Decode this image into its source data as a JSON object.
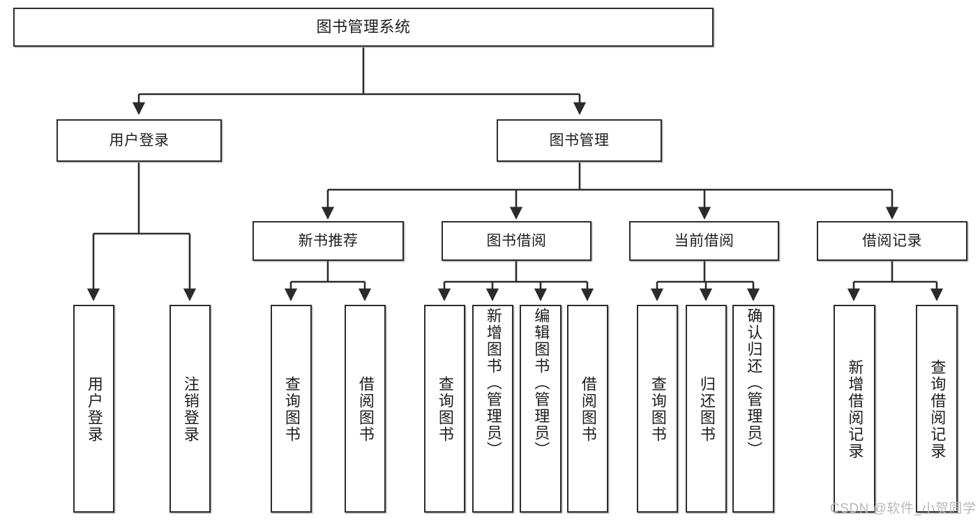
{
  "diagram": {
    "type": "hierarchy-flowchart",
    "title": "图书管理系统",
    "watermark": "CSDN @软件_小贺同学",
    "colors": {
      "stroke": "#2b2b2b",
      "fill": "#ffffff",
      "text": "#1d1d1d",
      "watermark": "#b9b9b9"
    },
    "levels": {
      "level1": [
        {
          "id": "root",
          "label": "图书管理系统"
        }
      ],
      "level2": [
        {
          "id": "user-login",
          "label": "用户登录"
        },
        {
          "id": "book-manage",
          "label": "图书管理"
        }
      ],
      "level3": [
        {
          "id": "new-book-rec",
          "label": "新书推荐"
        },
        {
          "id": "book-borrow",
          "label": "图书借阅"
        },
        {
          "id": "current-borrow",
          "label": "当前借阅"
        },
        {
          "id": "borrow-record",
          "label": "借阅记录"
        }
      ],
      "level4": [
        {
          "id": "leaf-user-login",
          "label": "用户登录",
          "parent": "user-login"
        },
        {
          "id": "leaf-logout-login",
          "label": "注销登录",
          "parent": "user-login"
        },
        {
          "id": "leaf-query-book-1",
          "label": "查询图书",
          "parent": "new-book-rec"
        },
        {
          "id": "leaf-borrow-book-1",
          "label": "借阅图书",
          "parent": "new-book-rec"
        },
        {
          "id": "leaf-query-book-2",
          "label": "查询图书",
          "parent": "book-borrow"
        },
        {
          "id": "leaf-add-book",
          "label": "新增图书（管理员）",
          "parent": "book-borrow"
        },
        {
          "id": "leaf-edit-book",
          "label": "编辑图书（管理员）",
          "parent": "book-borrow"
        },
        {
          "id": "leaf-borrow-book-2",
          "label": "借阅图书",
          "parent": "book-borrow"
        },
        {
          "id": "leaf-query-book-3",
          "label": "查询图书",
          "parent": "current-borrow"
        },
        {
          "id": "leaf-return-book",
          "label": "归还图书",
          "parent": "current-borrow"
        },
        {
          "id": "leaf-confirm-return",
          "label": "确认归还（管理员）",
          "parent": "current-borrow"
        },
        {
          "id": "leaf-add-record",
          "label": "新增借阅记录",
          "parent": "borrow-record"
        },
        {
          "id": "leaf-query-record",
          "label": "查询借阅记录",
          "parent": "borrow-record"
        }
      ]
    }
  }
}
